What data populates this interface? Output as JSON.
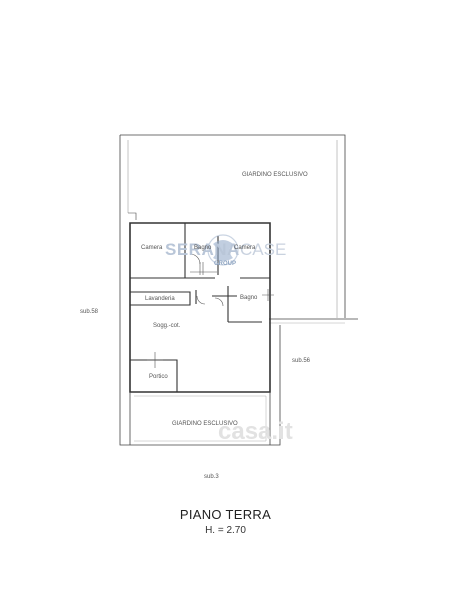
{
  "plan": {
    "title": "PIANO TERRA",
    "height_note": "H. = 2.70",
    "rooms": {
      "giardino_top": "GIARDINO ESCLUSIVO",
      "camera_left": "Camera",
      "bagno_top": "Bagno",
      "camera_right": "Camera",
      "lavanderia": "Lavanderia",
      "bagno": "Bagno",
      "soggiorno": "Sogg.-cot.",
      "portico": "Portico",
      "giardino_bottom": "GIARDINO ESCLUSIVO"
    },
    "neighbors": {
      "sub58": "sub.58",
      "sub56": "sub.56",
      "sub3": "sub.3"
    }
  },
  "watermarks": {
    "brand_part1": "SERANA",
    "brand_part2": "CASE",
    "brand_sub": "GROUP",
    "site": "casa.it"
  },
  "colors": {
    "wall": "#333333",
    "line": "#666666"
  }
}
